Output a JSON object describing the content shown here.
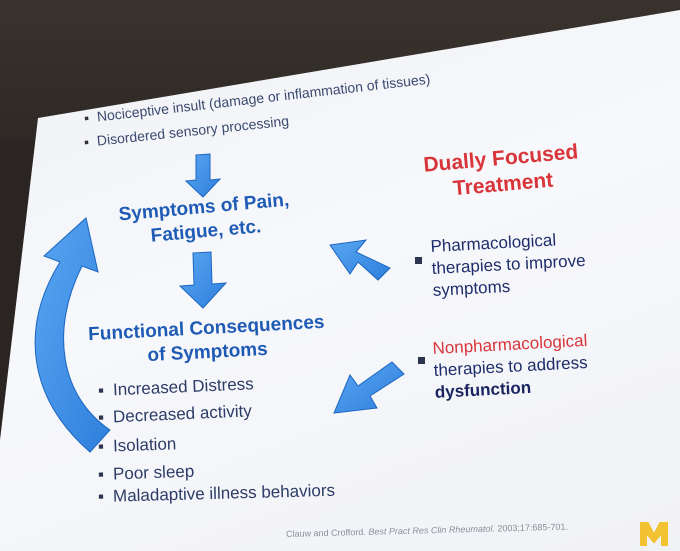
{
  "top_bullets": [
    "Nociceptive insult (damage or inflammation of tissues)",
    "Disordered sensory processing"
  ],
  "symptoms": {
    "line1": "Symptoms of Pain,",
    "line2": "Fatigue, etc."
  },
  "consequences": {
    "line1": "Functional Consequences",
    "line2": "of Symptoms",
    "items": [
      "Increased Distress",
      "Decreased activity",
      "Isolation",
      "Poor sleep",
      "Maladaptive illness behaviors"
    ]
  },
  "treatment": {
    "title_line1": "Dually Focused",
    "title_line2": "Treatment",
    "pharm": [
      "Pharmacological",
      "therapies to improve",
      "symptoms"
    ],
    "nonpharm": {
      "line1": "Nonpharmacological",
      "line2": "therapies to address",
      "line3": "dysfunction"
    }
  },
  "citation": {
    "authors": "Clauw and Crofford.",
    "journal": "Best Pract Res Clin Rheumatol.",
    "ref": "2003;17:685-701."
  },
  "colors": {
    "arrow_blue": "#3b8ee8",
    "heading_blue": "#1f5bb5",
    "accent_red": "#d8353a",
    "logo_gold": "#f2c230"
  }
}
